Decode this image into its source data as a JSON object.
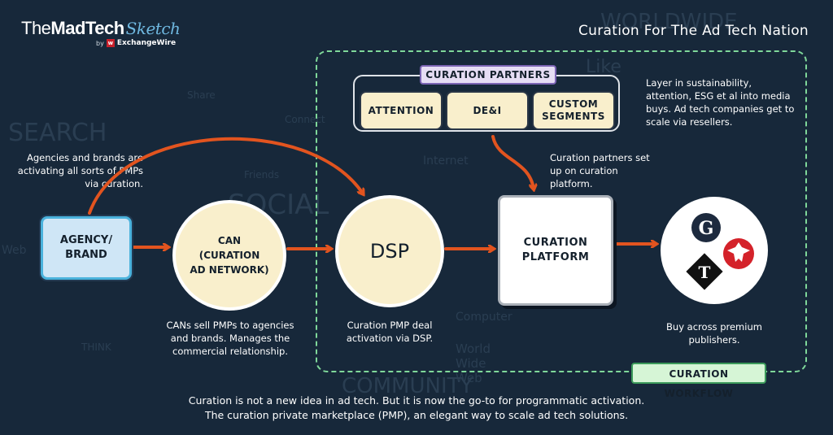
{
  "logo": {
    "the": "The",
    "madtech": "MadTech",
    "sketch": "Sketch",
    "by": "by",
    "w": "w",
    "exchangewire": "ExchangeWire"
  },
  "title": "Curation For The Ad Tech Nation",
  "curation_partners": {
    "label": "CURATION PARTNERS",
    "items": [
      "ATTENTION",
      "DE&I",
      "CUSTOM\nSEGMENTS"
    ]
  },
  "notes": {
    "agencies": "Agencies and brands are activating all sorts of PMPs via curation.",
    "layer": "Layer in sustainability, attention, ESG et al into media buys. Ad tech companies get to scale via resellers.",
    "partners_setup": "Curation partners set up on curation platform.",
    "cans": "CANs sell PMPs to agencies and brands. Manages the commercial relationship.",
    "dsp": "Curation PMP deal activation via DSP.",
    "buy": "Buy across premium publishers."
  },
  "nodes": {
    "agency": "AGENCY/\nBRAND",
    "can": "CAN\n(CURATION\nAD NETWORK)",
    "dsp": "DSP",
    "platform": "CURATION\nPLATFORM"
  },
  "publishers": [
    "G",
    "T"
  ],
  "workflow_label": "CURATION WORKFLOW",
  "footer": {
    "line1": "Curation is not a new idea in ad tech. But it is now the go-to for programmatic activation.",
    "line2": "The curation private marketplace (PMP), an elegant way to scale ad tech solutions."
  },
  "colors": {
    "background": "#17283a",
    "arrow": "#e2541f",
    "node_fill": "#f9efcc",
    "workflow_dash": "#7fd89a",
    "agency_fill": "#cfe6f6",
    "agency_border": "#4ab2dc",
    "partners_label_fill": "#e6ddf4",
    "workflow_label_fill": "#d6f5d6",
    "publisher_eagle": "#d4222a"
  },
  "background_doodles": [
    "SEARCH",
    "SOCIAL",
    "World Wide Web",
    "Internet",
    "Web",
    "COMMUNITY",
    "Friends",
    "Connect",
    "THINK",
    "Computer",
    "WORLDWIDE",
    "Like",
    "Share"
  ]
}
